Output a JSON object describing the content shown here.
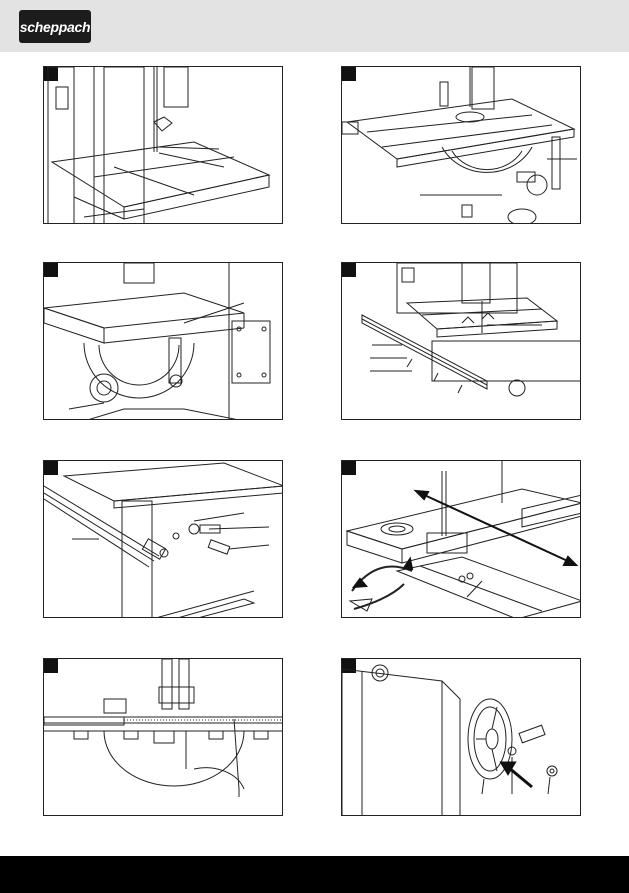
{
  "header": {
    "brand": "scheppach"
  },
  "figures": [
    {
      "id": "fig-1",
      "label": ""
    },
    {
      "id": "fig-2",
      "label": ""
    },
    {
      "id": "fig-3",
      "label": ""
    },
    {
      "id": "fig-4",
      "label": ""
    },
    {
      "id": "fig-5",
      "label": ""
    },
    {
      "id": "fig-6",
      "label": ""
    },
    {
      "id": "fig-7",
      "label": ""
    },
    {
      "id": "fig-8",
      "label": ""
    }
  ],
  "colors": {
    "header_bg": "#e3e3e3",
    "footer_bg": "#000000",
    "line": "#222222"
  }
}
